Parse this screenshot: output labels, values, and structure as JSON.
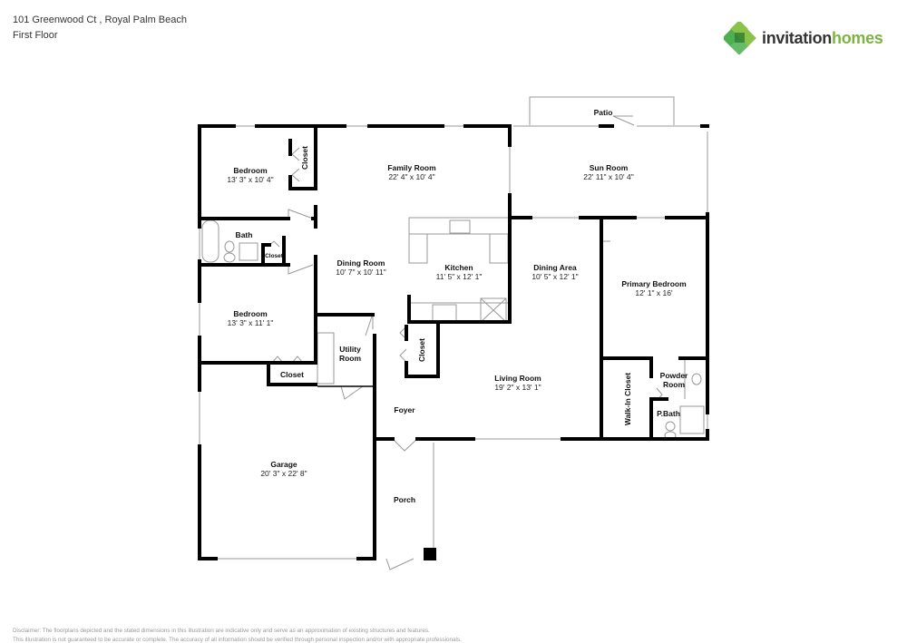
{
  "header": {
    "address": "101 Greenwood Ct , Royal Palm Beach",
    "floor": "First Floor"
  },
  "logo": {
    "word1": "invitation",
    "word2": "homes",
    "colors": {
      "dark_green": "#2e7d32",
      "mid_green": "#4caf50",
      "light_green": "#8bc34a",
      "text_dark": "#333333",
      "text_green": "#7cb342"
    }
  },
  "rooms": {
    "patio": {
      "name": "Patio"
    },
    "bedroom1": {
      "name": "Bedroom",
      "dims": "13' 3\" x 10' 4\""
    },
    "closet1": {
      "name": "Closet"
    },
    "family_room": {
      "name": "Family Room",
      "dims": "22' 4\" x 10' 4\""
    },
    "sun_room": {
      "name": "Sun Room",
      "dims": "22' 11\" x 10' 4\""
    },
    "bath": {
      "name": "Bath"
    },
    "bath_closet": {
      "name": "Closet"
    },
    "dining_room": {
      "name": "Dining Room",
      "dims": "10' 7\" x 10' 11\""
    },
    "kitchen": {
      "name": "Kitchen",
      "dims": "11' 5\" x 12' 1\""
    },
    "dining_area": {
      "name": "Dining Area",
      "dims": "10' 5\" x 12' 1\""
    },
    "primary_bedroom": {
      "name": "Primary Bedroom",
      "dims": "12' 1\" x 16'"
    },
    "bedroom2": {
      "name": "Bedroom",
      "dims": "13' 3\" x 11' 1\""
    },
    "utility_room": {
      "name": "Utility Room",
      "name_line1": "Utility",
      "name_line2": "Room"
    },
    "closet2": {
      "name": "Closet"
    },
    "closet3": {
      "name": "Closet"
    },
    "living_room": {
      "name": "Living Room",
      "dims": "19' 2\" x 13' 1\""
    },
    "walk_in_closet": {
      "name": "Walk-In Closet"
    },
    "powder_room": {
      "name": "Powder Room",
      "name_line1": "Powder",
      "name_line2": "Room"
    },
    "p_bath": {
      "name": "P.Bath"
    },
    "foyer": {
      "name": "Foyer"
    },
    "garage": {
      "name": "Garage",
      "dims": "20' 3\" x 22' 8\""
    },
    "porch": {
      "name": "Porch"
    }
  },
  "disclaimer": {
    "line1": "Disclaimer: The floorplans depicted and the stated dimensions in this illustration are indicative only and serve as an approximation of existing structures and features.",
    "line2": "This illustration is not guaranteed to be accurate or complete. The accuracy of all information should be verified through personal inspection and/or with appropriate professionals."
  }
}
